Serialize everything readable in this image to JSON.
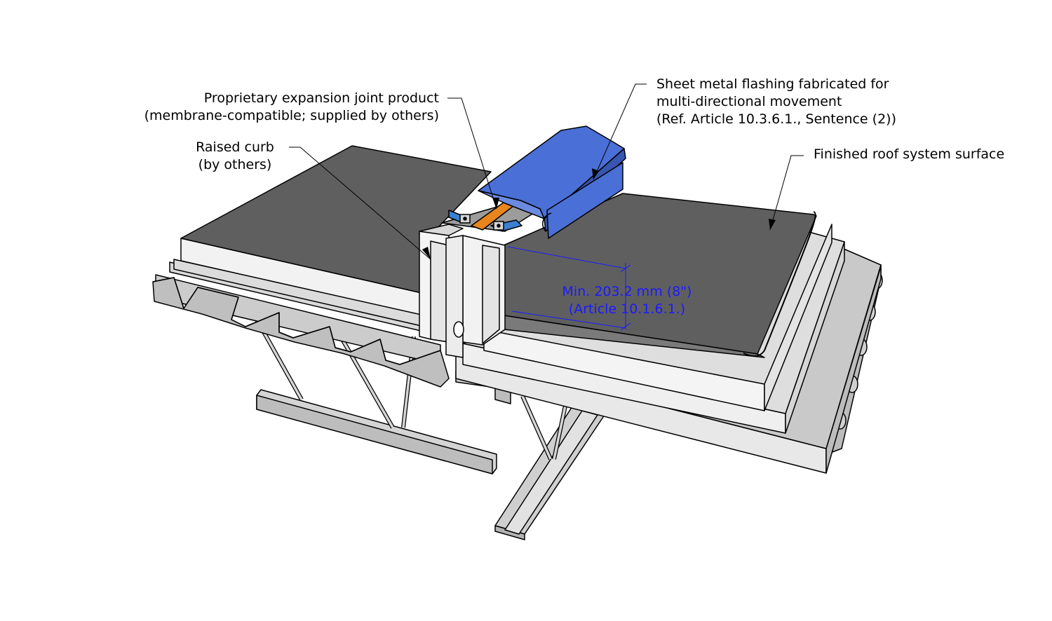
{
  "labels": {
    "expansion_joint": {
      "line1": "Proprietary expansion joint product",
      "line2": "(membrane-compatible; supplied by others)"
    },
    "raised_curb": {
      "line1": "Raised curb",
      "line2": "(by others)"
    },
    "sheet_metal": {
      "line1": "Sheet metal flashing fabricated for",
      "line2": "multi-directional movement",
      "line3": "(Ref. Article 10.3.6.1., Sentence (2))"
    },
    "finished_roof": "Finished roof system surface",
    "dimension": {
      "line1": "Min. 203.2 mm (8\")",
      "line2": "(Article 10.1.6.1.)"
    }
  },
  "colors": {
    "membrane": "#5f5f5f",
    "flashing_blue": "#4a6fd6",
    "joint_orange": "#e8851c",
    "dimension_blue": "#1a1aff",
    "steel_grey": "#c4c4c4"
  }
}
